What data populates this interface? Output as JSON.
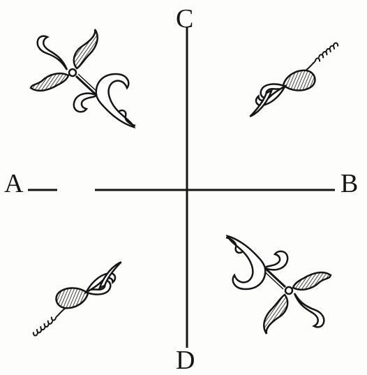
{
  "labels": {
    "top": "C",
    "left": "A",
    "right": "B",
    "bottom": "D"
  },
  "colors": {
    "ink": "#151515",
    "paper": "#fdfdfb"
  },
  "ornaments": [
    "fleur-ornament-top-left",
    "fleur-ornament-top-right",
    "fleur-ornament-bottom-left",
    "fleur-ornament-bottom-right"
  ]
}
